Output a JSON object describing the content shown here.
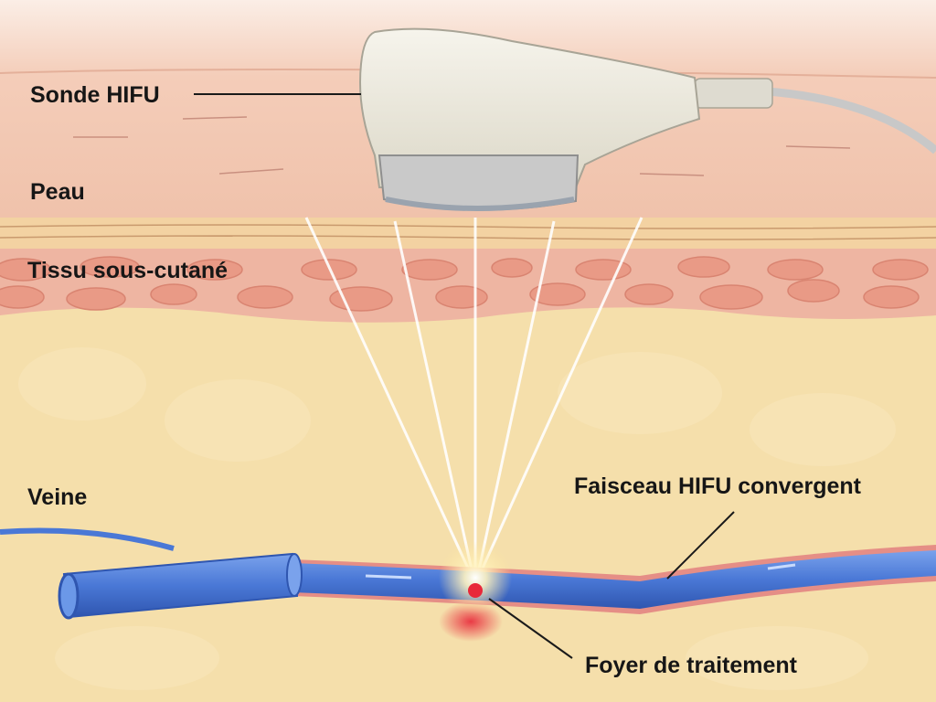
{
  "labels": {
    "probe": "Sonde HIFU",
    "skin": "Peau",
    "subcutaneous": "Tissu sous-cutané",
    "vein": "Veine",
    "beam": "Faisceau HIFU convergent",
    "focus": "Foyer de traitement"
  },
  "colors": {
    "skin": "#f2c7b2",
    "fat": "#f5dfab",
    "cells": "#eeab98",
    "vein": "#4a78d6",
    "focus": "#e8283a",
    "probe": "#ebe8dc"
  }
}
